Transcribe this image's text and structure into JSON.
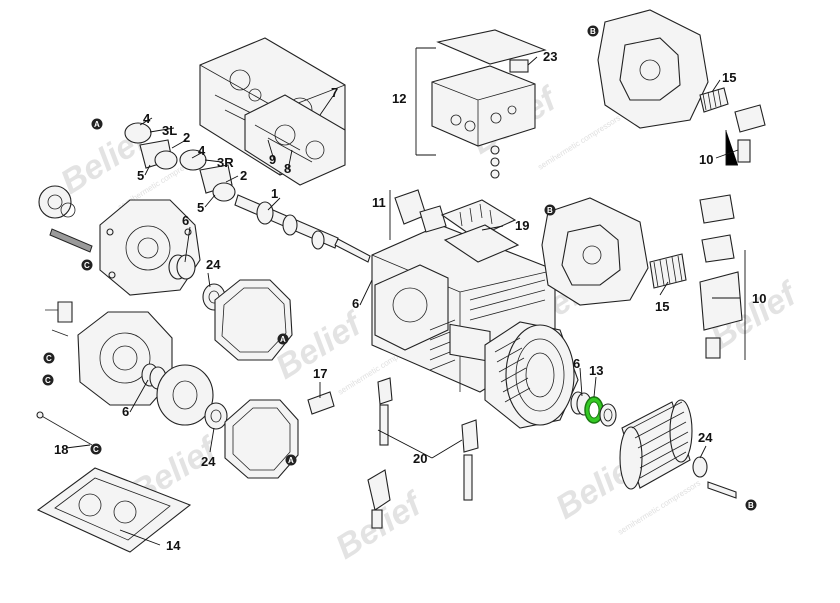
{
  "callouts": {
    "c1": "1",
    "c2a": "2",
    "c2b": "2",
    "c3L": "3L",
    "c3R": "3R",
    "c4a": "4",
    "c4b": "4",
    "c5a": "5",
    "c5b": "5",
    "c6a": "6",
    "c6b": "6",
    "c6c": "6",
    "c6d": "6",
    "c7": "7",
    "c8": "8",
    "c9": "9",
    "c10a": "10",
    "c10b": "10",
    "c11": "11",
    "c12": "12",
    "c13": "13",
    "c14": "14",
    "c15a": "15",
    "c15b": "15",
    "c17": "17",
    "c18": "18",
    "c19": "19",
    "c20": "20",
    "c23": "23",
    "c24a": "24",
    "c24b": "24",
    "c24c": "24"
  },
  "refs": {
    "A": "A",
    "B": "B",
    "C": "C"
  },
  "watermark": {
    "brand": "Belief",
    "subtitle": "semihermetic compressors"
  },
  "highlight": {
    "part": "13",
    "color": "#34c924"
  }
}
